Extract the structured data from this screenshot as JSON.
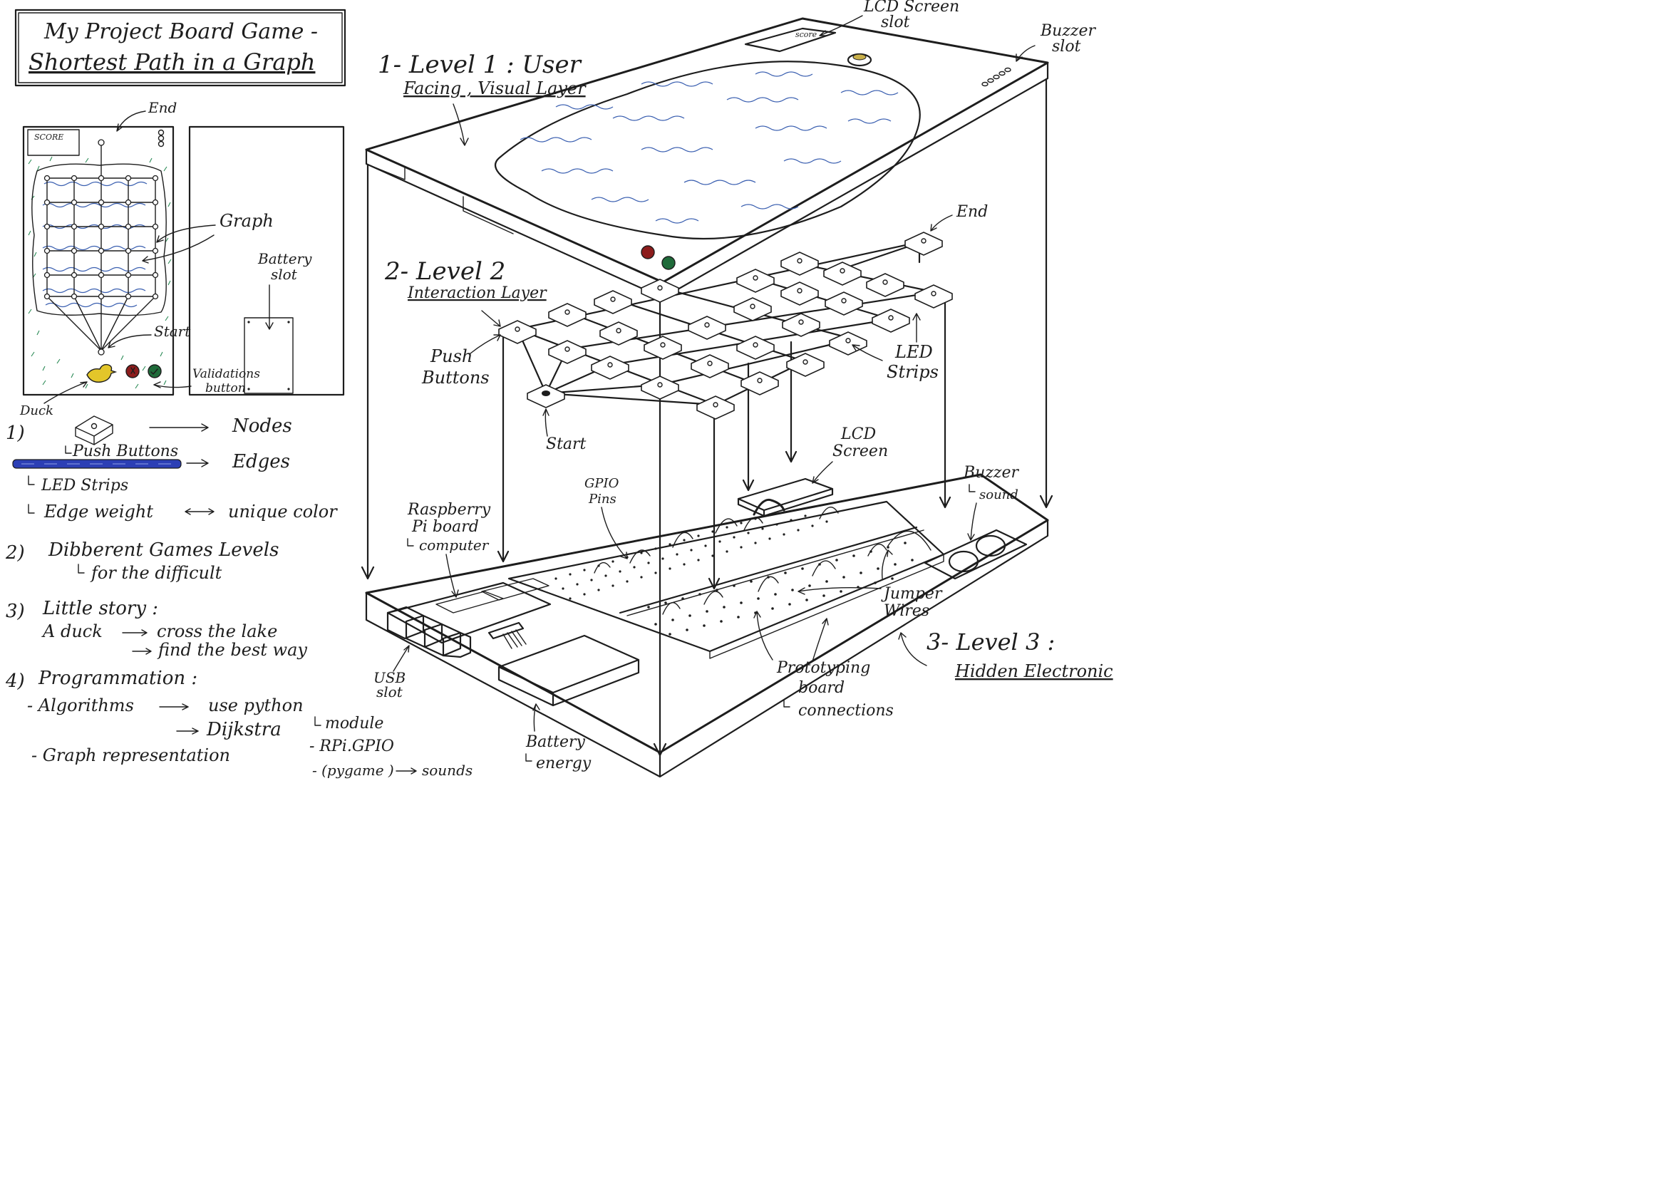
{
  "title": {
    "line1": "My Project Board Game -",
    "line2": "Shortest Path in a Graph"
  },
  "sketch": {
    "score_label": "SCORE",
    "end_label": "End",
    "graph_label": "Graph",
    "start_label": "Start",
    "validation_label_1": "Validations",
    "validation_label_2": "button",
    "battery_slot_1": "Battery",
    "battery_slot_2": "slot",
    "duck_label": "Duck"
  },
  "notes": {
    "n1_num": "1)",
    "push_buttons": "Push Buttons",
    "nodes": "Nodes",
    "edges": "Edges",
    "led_strips": "LED Strips",
    "edge_weight": "Edge weight",
    "unique_color": "unique color",
    "n2_num": "2)",
    "n2_text": "Dibberent Games Levels",
    "n2_sub": "for the difficult",
    "n3_num": "3)",
    "n3_text": "Little story :",
    "n3_a": "A duck",
    "n3_b": "cross the lake",
    "n3_c": "find the best way",
    "n4_num": "4)",
    "n4_text": "Programmation :",
    "algorithms": "- Algorithms",
    "use_python": "use python",
    "dijkstra": "Dijkstra",
    "module": "module",
    "rpi_gpio": "- RPi.GPIO",
    "pygame": "- (pygame )",
    "sounds": "sounds",
    "graph_rep": "- Graph representation"
  },
  "diagram": {
    "lcd_top_1": "LCD Screen",
    "lcd_top_2": "slot",
    "lcd_score": "score",
    "buzzer_top_1": "Buzzer",
    "buzzer_top_2": "slot",
    "level1_a": "1- Level 1 : User",
    "level1_b": "Facing , Visual Layer",
    "level2_a": "2- Level 2",
    "level2_b": "Interaction Layer",
    "end_label": "End",
    "push_1": "Push",
    "push_2": "Buttons",
    "start_label": "Start",
    "led_1": "LED",
    "led_2": "Strips",
    "lcd_1": "LCD",
    "lcd_2": "Screen",
    "buzzer_1": "Buzzer",
    "buzzer_2": "sound",
    "gpio_1": "GPIO",
    "gpio_2": "Pins",
    "rpi_1": "Raspberry",
    "rpi_2": "Pi board",
    "rpi_3": "computer",
    "jumper_1": "Jumper",
    "jumper_2": "Wires",
    "level3_a": "3- Level 3 :",
    "level3_b": "Hidden Electronic",
    "proto_1": "Prototyping",
    "proto_2": "board",
    "proto_3": "connections",
    "usb_1": "USB",
    "usb_2": "slot",
    "battery_1": "Battery",
    "battery_2": "energy"
  },
  "colors": {
    "ink": "#1d1d1d",
    "water": "#3a5fb0",
    "grass": "#2a8a55",
    "led_strip": "#2c3fb5",
    "red_button": "#8c1c1c",
    "green_button": "#1f6b3a",
    "duck": "#e3c62a"
  }
}
